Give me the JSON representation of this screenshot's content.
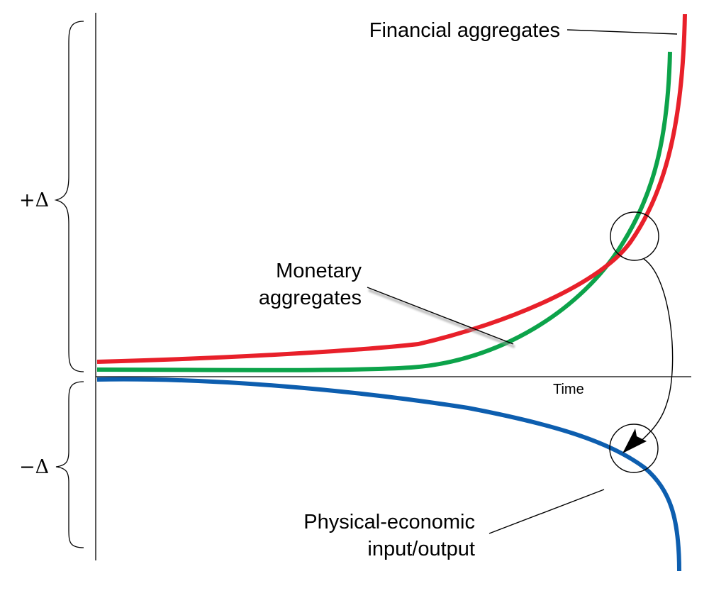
{
  "labels": {
    "financial": "Financial aggregates",
    "monetary_line1": "Monetary",
    "monetary_line2": "aggregates",
    "physical_line1": "Physical-economic",
    "physical_line2": "input/output",
    "time_axis": "Time",
    "plus_delta": "+Δ",
    "minus_delta": "−Δ"
  },
  "colors": {
    "financial": "#e8202a",
    "monetary": "#0ca34a",
    "physical": "#0d5eaf",
    "ink": "#000000"
  }
}
